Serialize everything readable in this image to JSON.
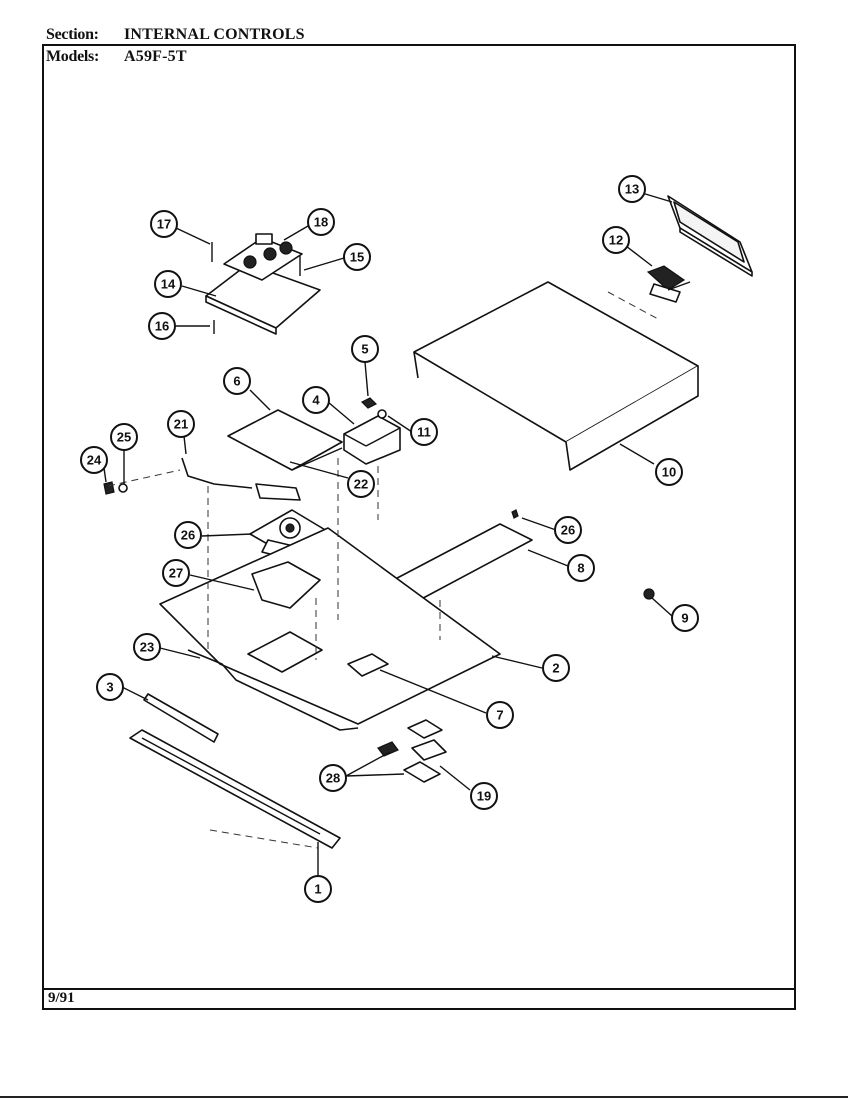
{
  "header": {
    "section_label": "Section:",
    "section_value": "INTERNAL CONTROLS",
    "models_label": "Models:",
    "models_value": "A59F-5T"
  },
  "footer": {
    "date": "9/91"
  },
  "callouts": [
    "1",
    "2",
    "3",
    "4",
    "5",
    "6",
    "7",
    "8",
    "9",
    "10",
    "11",
    "12",
    "13",
    "14",
    "15",
    "16",
    "17",
    "18",
    "19",
    "21",
    "22",
    "23",
    "24",
    "25",
    "26",
    "26",
    "27",
    "28"
  ]
}
